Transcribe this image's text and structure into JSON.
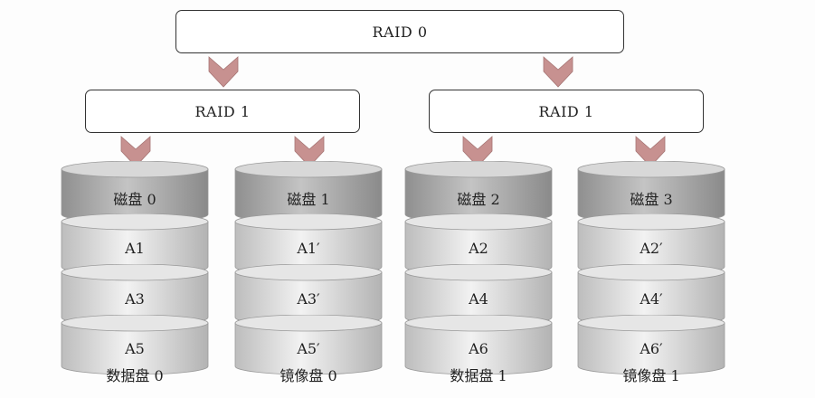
{
  "top": {
    "label": "RAID 0"
  },
  "mirrors": [
    {
      "label": "RAID 1"
    },
    {
      "label": "RAID 1"
    }
  ],
  "disks": [
    {
      "name": "磁盘 0",
      "blocks": [
        "A1",
        "A3",
        "A5"
      ],
      "caption": "数据盘 0"
    },
    {
      "name": "磁盘 1",
      "blocks": [
        "A1′",
        "A3′",
        "A5′"
      ],
      "caption": "镜像盘 0"
    },
    {
      "name": "磁盘 2",
      "blocks": [
        "A2",
        "A4",
        "A6"
      ],
      "caption": "数据盘 1"
    },
    {
      "name": "磁盘 3",
      "blocks": [
        "A2′",
        "A4′",
        "A6′"
      ],
      "caption": "镜像盘 1"
    }
  ],
  "colors": {
    "arrow": "#c79190",
    "disk_top": "#b4b4b4",
    "disk_body": "#d4d4d4",
    "disk_highlight": "#f2f2f2"
  }
}
